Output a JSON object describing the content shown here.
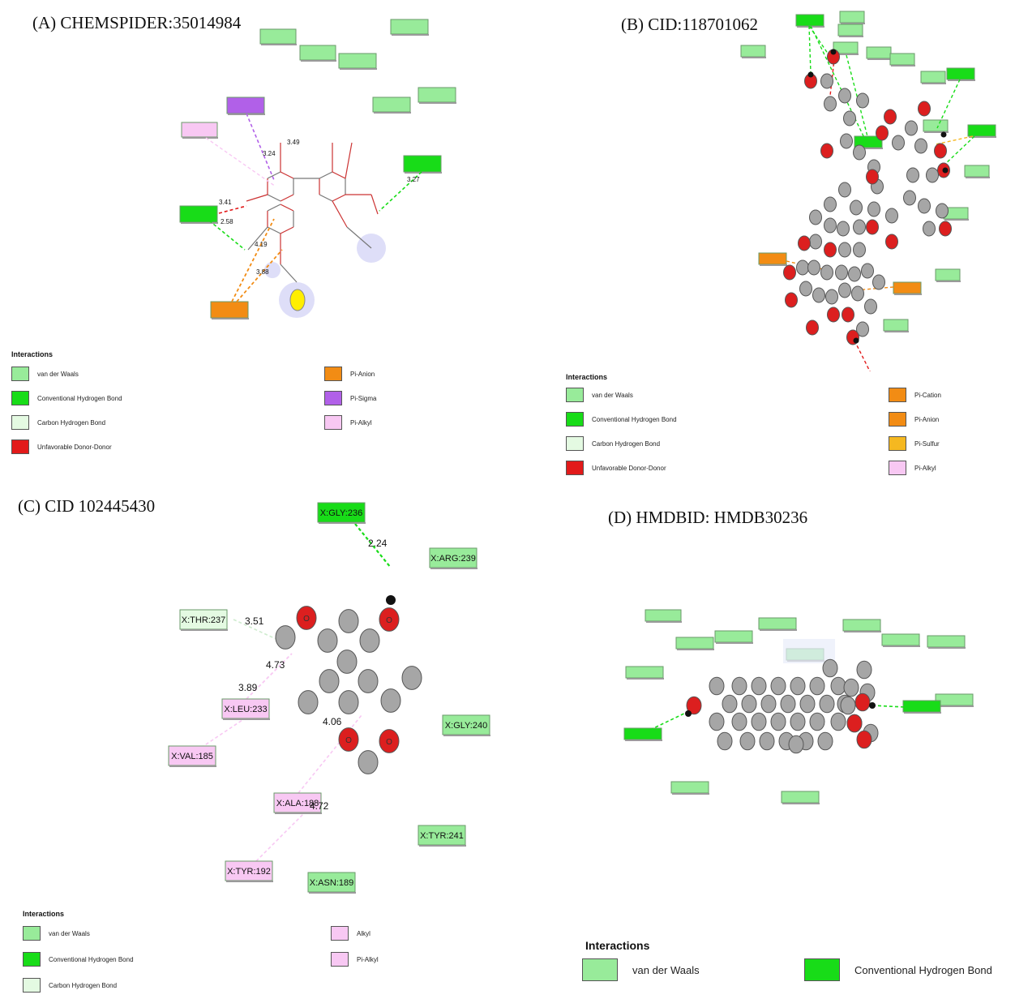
{
  "colors": {
    "vdw": "#98eb9a",
    "hbond": "#18dc18",
    "chbond": "#e4fae2",
    "unfav": "#e21a1a",
    "pi_anion": "#f28c14",
    "pi_cation": "#f28c14",
    "pi_sigma": "#b160e8",
    "pi_sulfur": "#f5b820",
    "pi_alkyl": "#f8c8f3",
    "alkyl": "#f8c8f3",
    "atom_c": "#a6a6a6",
    "atom_o": "#dc1f1f",
    "atom_s": "#ffee00",
    "atom_h": "#111111"
  },
  "panels": [
    {
      "id": "A",
      "title": "(A) CHEMSPIDER:35014984",
      "legend": {
        "heading": "Interactions",
        "items": [
          {
            "key": "vdw",
            "label": "van der Waals"
          },
          {
            "key": "hbond",
            "label": "Conventional Hydrogen Bond"
          },
          {
            "key": "chbond",
            "label": "Carbon Hydrogen Bond"
          },
          {
            "key": "unfav",
            "label": "Unfavorable Donor-Donor"
          },
          {
            "key": "pi_anion",
            "label": "Pi-Anion"
          },
          {
            "key": "pi_sigma",
            "label": "Pi-Sigma"
          },
          {
            "key": "pi_alkyl",
            "label": "Pi-Alkyl"
          }
        ]
      },
      "distances": [
        "3.49",
        "3.24",
        "3.41",
        "2.58",
        "4.19",
        "3.88",
        "3.27"
      ]
    },
    {
      "id": "B",
      "title": "(B) CID:118701062",
      "legend": {
        "heading": "Interactions",
        "items": [
          {
            "key": "vdw",
            "label": "van der Waals"
          },
          {
            "key": "hbond",
            "label": "Conventional Hydrogen Bond"
          },
          {
            "key": "chbond",
            "label": "Carbon Hydrogen Bond"
          },
          {
            "key": "unfav",
            "label": "Unfavorable Donor-Donor"
          },
          {
            "key": "pi_cation",
            "label": "Pi-Cation"
          },
          {
            "key": "pi_anion",
            "label": "Pi-Anion"
          },
          {
            "key": "pi_sulfur",
            "label": "Pi-Sulfur"
          },
          {
            "key": "pi_alkyl",
            "label": "Pi-Alkyl"
          }
        ]
      }
    },
    {
      "id": "C",
      "title": "(C) CID 102445430",
      "residues": [
        {
          "label": "X:GLY:236",
          "type": "hbond"
        },
        {
          "label": "X:ARG:239",
          "type": "vdw"
        },
        {
          "label": "X:THR:237",
          "type": "chbond"
        },
        {
          "label": "X:LEU:233",
          "type": "pi_alkyl"
        },
        {
          "label": "X:VAL:185",
          "type": "pi_alkyl"
        },
        {
          "label": "X:GLY:240",
          "type": "vdw"
        },
        {
          "label": "X:ALA:188",
          "type": "pi_alkyl"
        },
        {
          "label": "X:TYR:241",
          "type": "vdw"
        },
        {
          "label": "X:TYR:192",
          "type": "pi_alkyl"
        },
        {
          "label": "X:ASN:189",
          "type": "vdw"
        }
      ],
      "atom_labels": [
        "O",
        "O",
        "O",
        "O"
      ],
      "distances": [
        "2.24",
        "3.51",
        "4.73",
        "3.89",
        "4.06",
        "4.72"
      ],
      "legend": {
        "heading": "Interactions",
        "items": [
          {
            "key": "vdw",
            "label": "van der Waals"
          },
          {
            "key": "hbond",
            "label": "Conventional Hydrogen Bond"
          },
          {
            "key": "chbond",
            "label": "Carbon Hydrogen Bond"
          },
          {
            "key": "alkyl",
            "label": "Alkyl"
          },
          {
            "key": "pi_alkyl",
            "label": "Pi-Alkyl"
          }
        ]
      }
    },
    {
      "id": "D",
      "title": "(D) HMDBID: HMDB30236",
      "legend": {
        "heading": "Interactions",
        "items": [
          {
            "key": "vdw",
            "label": "van der Waals"
          },
          {
            "key": "hbond",
            "label": "Conventional Hydrogen Bond"
          }
        ]
      }
    }
  ]
}
